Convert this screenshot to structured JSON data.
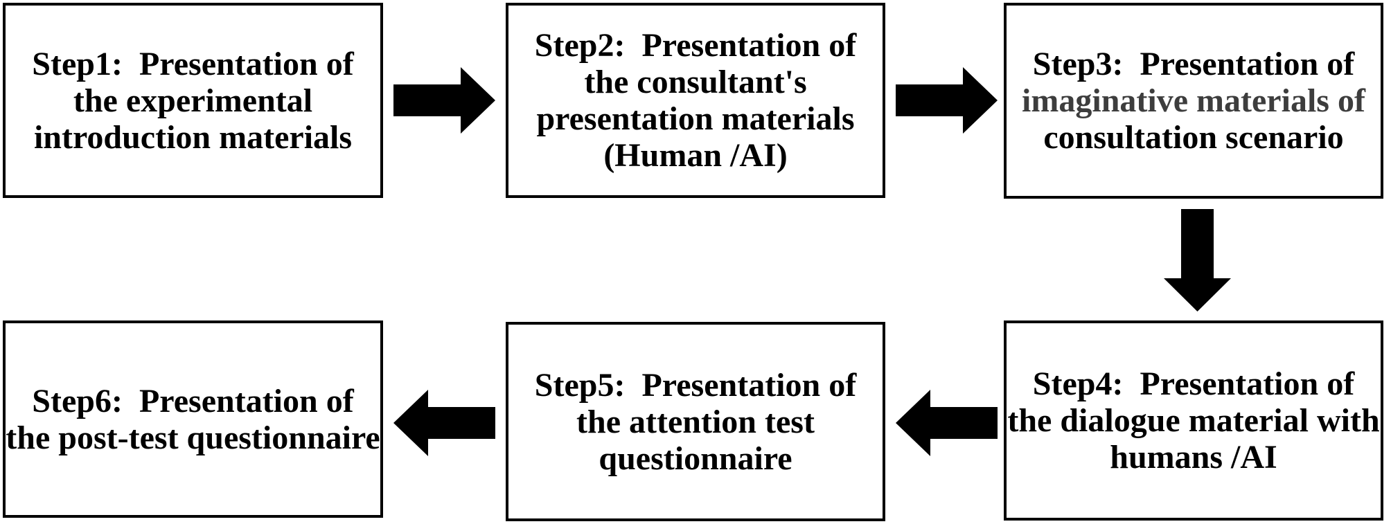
{
  "diagram": {
    "kind": "experiment-procedure-flowchart",
    "background": "#ffffff",
    "colors": {
      "box_border": "#000000",
      "text": "#000000",
      "muted_text": "#3d3d3d",
      "arrow": "#000000"
    },
    "steps": [
      {
        "id": "step1",
        "lines": [
          "Step1:  Presentation of",
          "the experimental",
          "introduction materials"
        ]
      },
      {
        "id": "step2",
        "lines": [
          "Step2:  Presentation of",
          "the consultant's",
          "presentation materials",
          "(Human /AI)"
        ]
      },
      {
        "id": "step3",
        "muted_line_index": 1,
        "lines": [
          "Step3:  Presentation of",
          "imaginative materials of",
          "consultation scenario"
        ]
      },
      {
        "id": "step4",
        "lines": [
          "Step4:  Presentation of",
          "the dialogue material with",
          "humans /AI"
        ]
      },
      {
        "id": "step5",
        "lines": [
          "Step5:  Presentation of",
          "the attention test",
          "questionnaire"
        ]
      },
      {
        "id": "step6",
        "lines": [
          "Step6:  Presentation of",
          "the post-test questionnaire"
        ]
      }
    ],
    "arrows": [
      {
        "name": "arrow-step1-to-step2",
        "direction": "right"
      },
      {
        "name": "arrow-step2-to-step3",
        "direction": "right"
      },
      {
        "name": "arrow-step3-to-step4",
        "direction": "down"
      },
      {
        "name": "arrow-step4-to-step5",
        "direction": "left"
      },
      {
        "name": "arrow-step5-to-step6",
        "direction": "left"
      }
    ]
  }
}
